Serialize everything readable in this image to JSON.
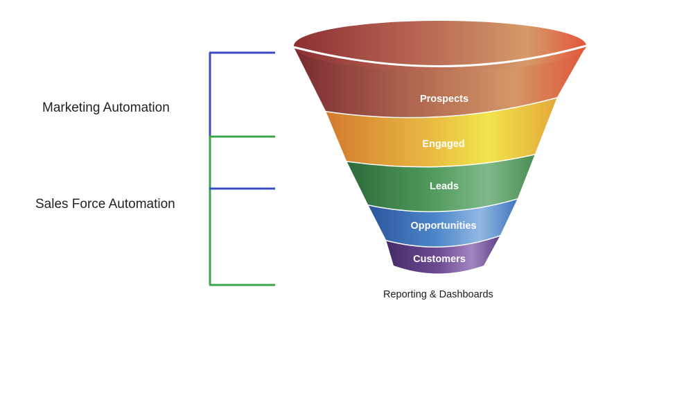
{
  "left_labels": {
    "marketing": "Marketing Automation",
    "sales": "Sales Force Automation"
  },
  "bracket_colors": {
    "marketing": "#3a49c4",
    "sales": "#3da54a"
  },
  "funnel": {
    "stages": [
      {
        "label": "Prospects",
        "colors": [
          "#7a2a30",
          "#b0654f",
          "#d49767",
          "#e0563a"
        ]
      },
      {
        "label": "Engaged",
        "colors": [
          "#d47a2a",
          "#e8b640",
          "#f0e24a",
          "#e0a83a"
        ]
      },
      {
        "label": "Leads",
        "colors": [
          "#2f6e3d",
          "#4f9a5c",
          "#7fb88a",
          "#4a8e52"
        ]
      },
      {
        "label": "Opportunities",
        "colors": [
          "#2f58a0",
          "#4b86c8",
          "#8fb6e0",
          "#3f75bd"
        ]
      },
      {
        "label": "Customers",
        "colors": [
          "#4a2e6e",
          "#6d4a92",
          "#a083bf",
          "#5f3f86"
        ]
      }
    ],
    "caption": "Reporting & Dashboards"
  }
}
